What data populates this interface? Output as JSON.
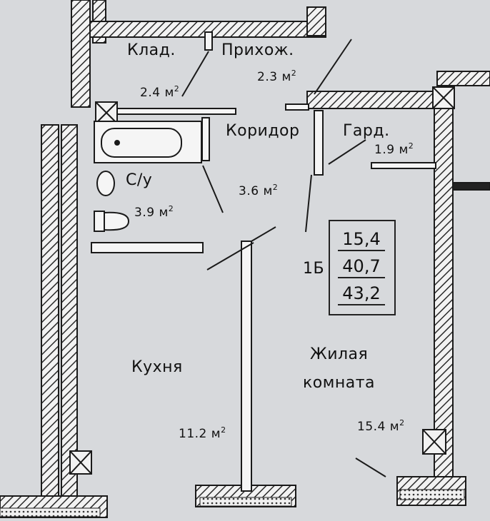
{
  "rooms": {
    "storage": {
      "name": "Клад.",
      "area": "2.4",
      "unit": "м"
    },
    "hall": {
      "name": "Прихож.",
      "area": "2.3",
      "unit": "м"
    },
    "corridor": {
      "name": "Коридор",
      "area": "3.6",
      "unit": "м"
    },
    "wardrobe": {
      "name": "Гард.",
      "area": "1.9",
      "unit": "м"
    },
    "bathroom": {
      "name": "С/у",
      "area": "3.9",
      "unit": "м"
    },
    "kitchen": {
      "name": "Кухня",
      "area": "11.2",
      "unit": "м"
    },
    "living": {
      "name_line1": "Жилая",
      "name_line2": "комната",
      "area": "15.4",
      "unit": "м"
    }
  },
  "area_exponent": "2",
  "apartment": {
    "type": "1Б",
    "living_area": "15,4",
    "total_area": "40,7",
    "total_area_with_balcony": "43,2"
  },
  "colors": {
    "background": "#d7d9dc",
    "wall_stroke": "#1a1a1a",
    "hatch": "#2a2a2a"
  }
}
